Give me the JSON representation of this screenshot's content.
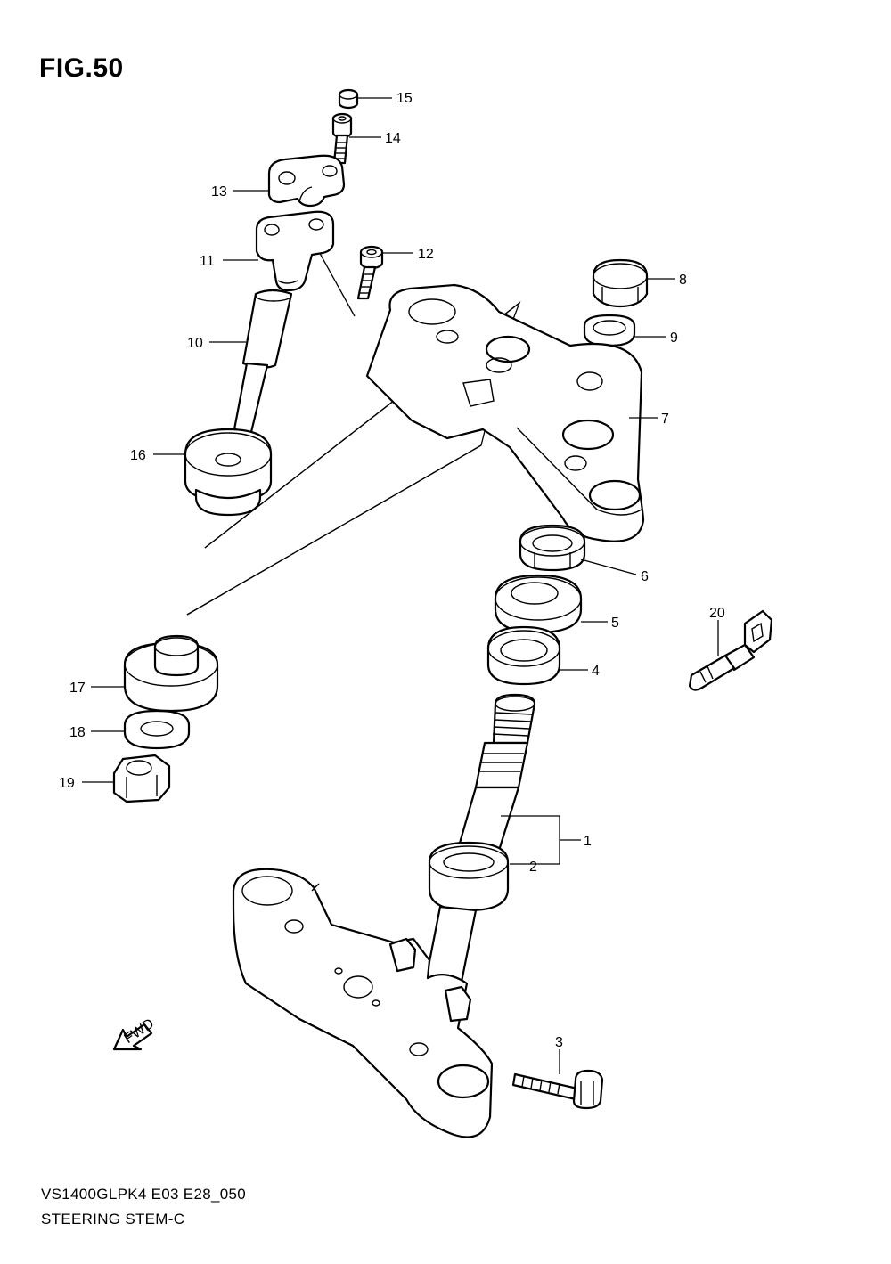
{
  "figure": {
    "title": "FIG.50",
    "model_code": "VS1400GLPK4 E03 E28_050",
    "name": "STEERING STEM-C"
  },
  "direction_arrow": {
    "label": "FWD",
    "icon": "forward-arrow-icon"
  },
  "callouts": [
    "15",
    "14",
    "13",
    "12",
    "11",
    "10",
    "16",
    "8",
    "9",
    "7",
    "6",
    "5",
    "4",
    "20",
    "17",
    "18",
    "19",
    "1",
    "2",
    "3"
  ]
}
